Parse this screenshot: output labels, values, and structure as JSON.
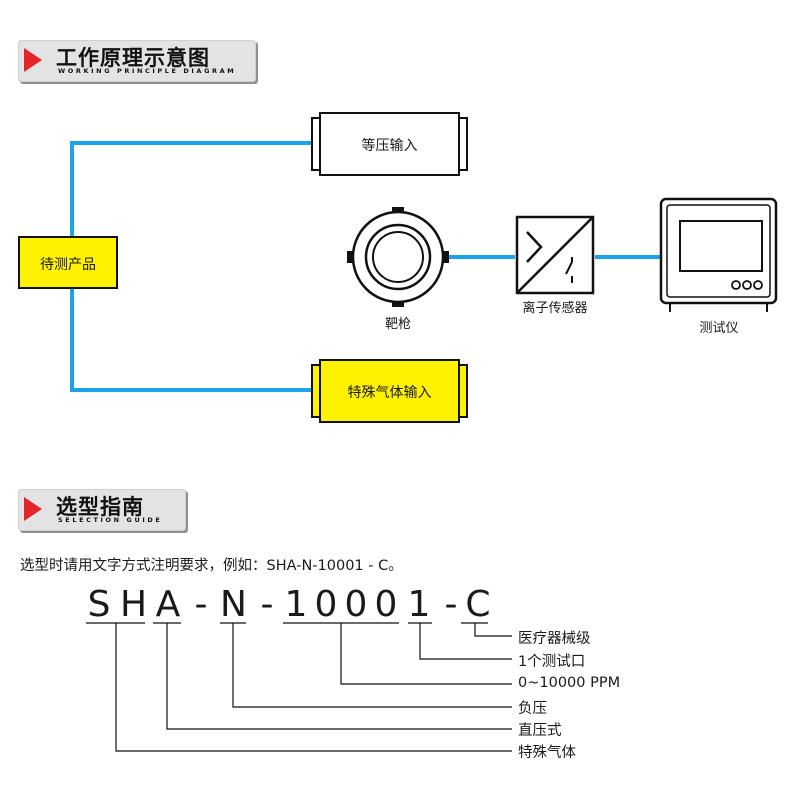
{
  "section1": {
    "title_cn": "工作原理示意图",
    "title_en": "WORKING PRINCIPLE DIAGRAM"
  },
  "diagram": {
    "product": "待测产品",
    "isobaric_input": "等压输入",
    "special_gas_input": "特殊气体输入",
    "target_gun": "靶枪",
    "sensor": "离子传感器",
    "tester": "测试仪"
  },
  "section2": {
    "title_cn": "选型指南",
    "title_en": "SELECTION GUIDE"
  },
  "guide": {
    "instruction": "选型时请用文字方式注明要求，例如：SHA-N-10001 - C。",
    "code_chars": [
      "S",
      "H",
      "A",
      "-",
      "N",
      "-",
      "1",
      "0",
      "0",
      "0",
      "1",
      "-",
      "C"
    ],
    "labels": {
      "medical": "医疗器械级",
      "port": "1个测试口",
      "range": "0~10000 PPM",
      "negative": "负压",
      "direct": "直压式",
      "special_gas": "特殊气体"
    }
  },
  "colors": {
    "line_blue": "#1aa3e8",
    "box_yellow": "#fff200",
    "arrow_red": "#e5252a"
  }
}
